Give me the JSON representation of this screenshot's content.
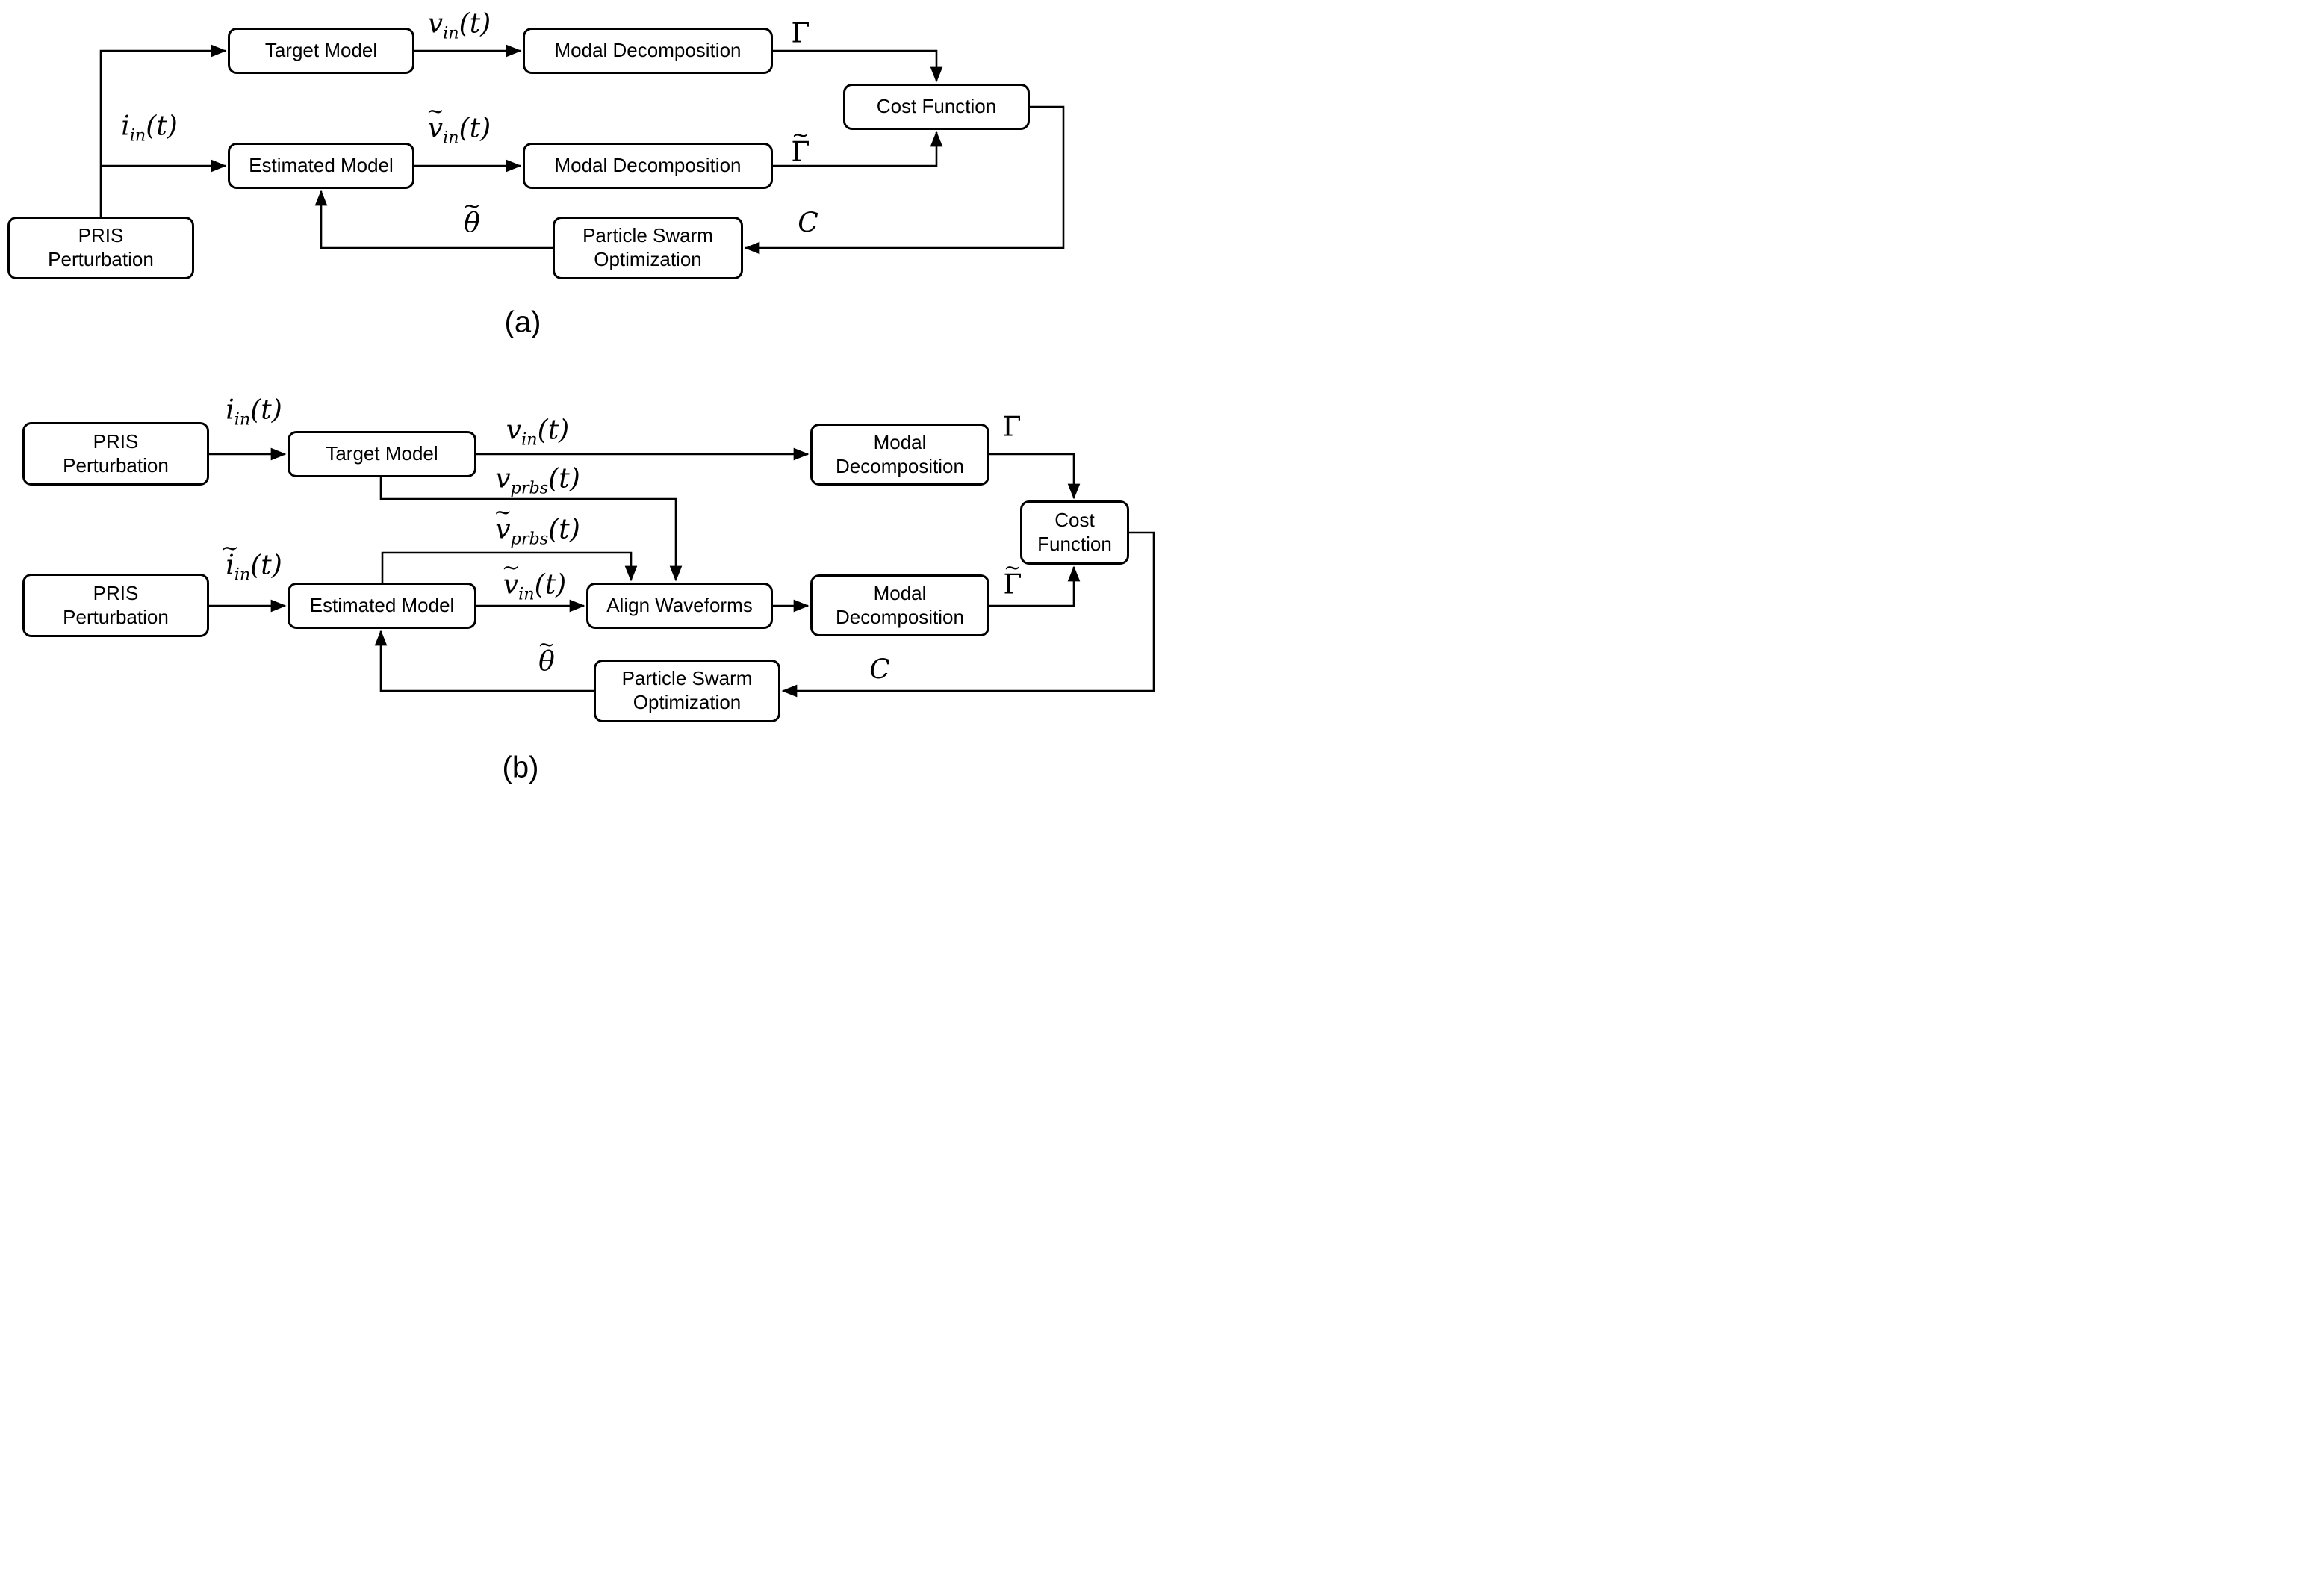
{
  "figure": {
    "caption_a": "(a)",
    "caption_b": "(b)",
    "colors": {
      "line": "#000000",
      "background": "#ffffff",
      "box_fill": "#ffffff"
    }
  },
  "diagram_a": {
    "boxes": {
      "pris": {
        "line1": "PRIS",
        "line2": "Perturbation"
      },
      "target_model": "Target Model",
      "modal_decomposition_top": "Modal Decomposition",
      "estimated_model": "Estimated Model",
      "modal_decomposition_bottom": "Modal Decomposition",
      "cost_function": "Cost Function",
      "pso": {
        "line1": "Particle Swarm",
        "line2": "Optimization"
      }
    },
    "labels": {
      "i_in": {
        "tilde": "",
        "base": "i",
        "sub": "in",
        "post": "(t)"
      },
      "v_in": {
        "tilde": "",
        "base": "v",
        "sub": "in",
        "post": "(t)"
      },
      "v_in_est": {
        "tilde": "~",
        "base": "v",
        "sub": "in",
        "post": "(t)"
      },
      "gamma": {
        "tilde": "",
        "base": "Γ",
        "sub": "",
        "post": ""
      },
      "gamma_est": {
        "tilde": "~",
        "base": "Γ",
        "sub": "",
        "post": ""
      },
      "theta_est": {
        "tilde": "~",
        "base": "θ",
        "sub": "",
        "post": ""
      },
      "cost": {
        "tilde": "",
        "base": "C",
        "sub": "",
        "post": ""
      }
    }
  },
  "diagram_b": {
    "boxes": {
      "pris_top": {
        "line1": "PRIS",
        "line2": "Perturbation"
      },
      "pris_bottom": {
        "line1": "PRIS",
        "line2": "Perturbation"
      },
      "target_model": "Target Model",
      "estimated_model": "Estimated Model",
      "align_waveforms": "Align Waveforms",
      "modal_decomposition_top": {
        "line1": "Modal",
        "line2": "Decomposition"
      },
      "modal_decomposition_bottom": {
        "line1": "Modal",
        "line2": "Decomposition"
      },
      "cost_function": {
        "line1": "Cost",
        "line2": "Function"
      },
      "pso": {
        "line1": "Particle Swarm",
        "line2": "Optimization"
      }
    },
    "labels": {
      "i_in": {
        "tilde": "",
        "base": "i",
        "sub": "in",
        "post": "(t)"
      },
      "i_in_est": {
        "tilde": "~",
        "base": "i",
        "sub": "in",
        "post": "(t)"
      },
      "v_in": {
        "tilde": "",
        "base": "v",
        "sub": "in",
        "post": "(t)"
      },
      "v_prbs": {
        "tilde": "",
        "base": "v",
        "sub": "prbs",
        "post": "(t)"
      },
      "v_prbs_est": {
        "tilde": "~",
        "base": "v",
        "sub": "prbs",
        "post": "(t)"
      },
      "v_in_est": {
        "tilde": "~",
        "base": "v",
        "sub": "in",
        "post": "(t)"
      },
      "gamma": {
        "tilde": "",
        "base": "Γ",
        "sub": "",
        "post": ""
      },
      "gamma_est": {
        "tilde": "~",
        "base": "Γ",
        "sub": "",
        "post": ""
      },
      "theta_est": {
        "tilde": "~",
        "base": "θ",
        "sub": "",
        "post": ""
      },
      "cost": {
        "tilde": "",
        "base": "C",
        "sub": "",
        "post": ""
      }
    }
  }
}
